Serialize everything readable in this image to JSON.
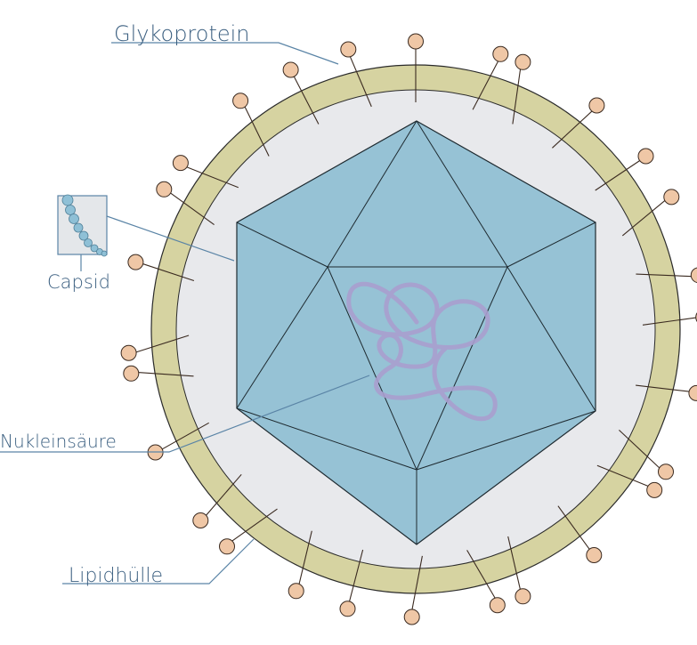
{
  "labels": {
    "glycoprotein": "Glykoprotein",
    "capsid": "Capsid",
    "nucleic_acid": "Nukleinsäure",
    "lipid_envelope": "Lipidhülle"
  },
  "colors": {
    "envelope": "#d6d3a1",
    "envelope_stroke": "#2a2a2a",
    "interior": "#e8e9ec",
    "capsid": "#96c2d5",
    "capsid_stroke": "#1e2a30",
    "spike_head": "#efc7a6",
    "spike_stroke": "#3a2a20",
    "nucleic_acid": "#a99fce",
    "leader": "#5a84a6",
    "label_text": "#3b5f80"
  },
  "icons": [
    "glycoprotein-spike-icon",
    "capsomer-chain-icon"
  ],
  "spike_count": 28
}
